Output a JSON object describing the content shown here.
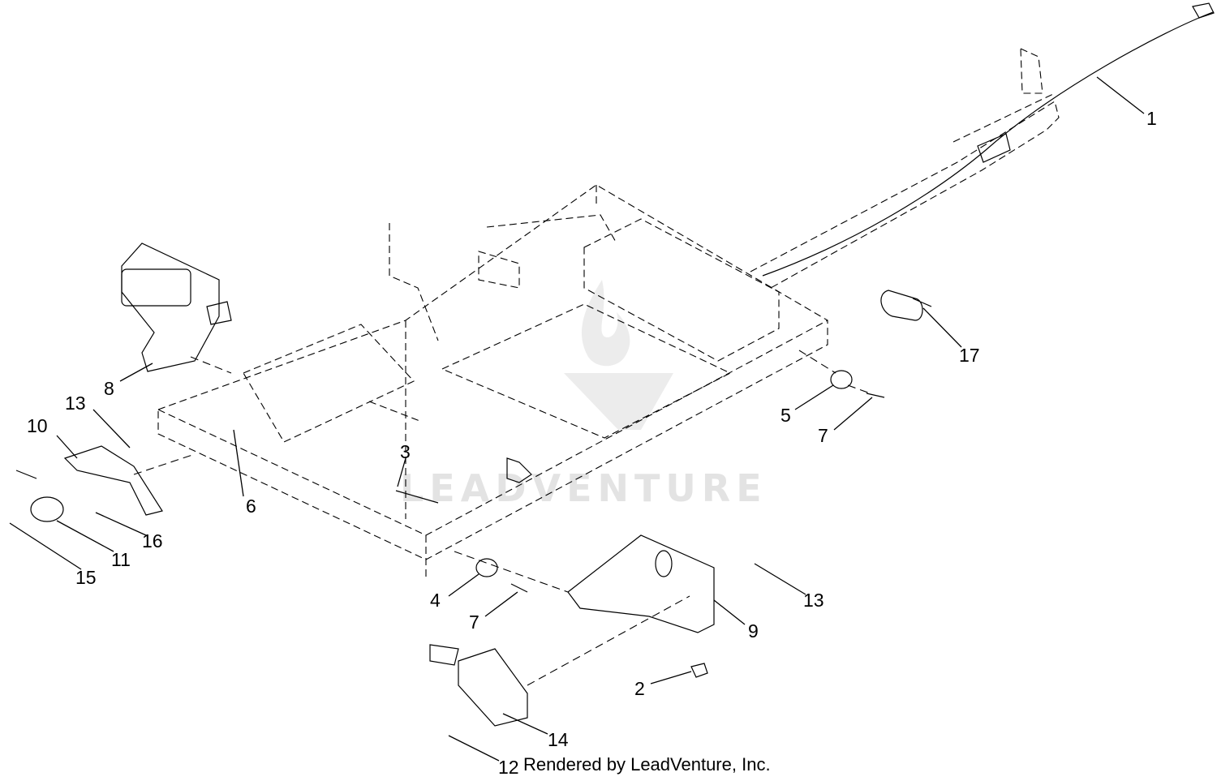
{
  "diagram": {
    "watermark": "LEADVENTURE",
    "credit": "Rendered by LeadVenture, Inc.",
    "callouts": [
      {
        "id": "c1",
        "label": "1"
      },
      {
        "id": "c2",
        "label": "2"
      },
      {
        "id": "c3",
        "label": "3"
      },
      {
        "id": "c4",
        "label": "4"
      },
      {
        "id": "c5",
        "label": "5"
      },
      {
        "id": "c6",
        "label": "6"
      },
      {
        "id": "c7a",
        "label": "7"
      },
      {
        "id": "c7b",
        "label": "7"
      },
      {
        "id": "c8",
        "label": "8"
      },
      {
        "id": "c9",
        "label": "9"
      },
      {
        "id": "c10",
        "label": "10"
      },
      {
        "id": "c11",
        "label": "11"
      },
      {
        "id": "c12",
        "label": "12"
      },
      {
        "id": "c13a",
        "label": "13"
      },
      {
        "id": "c13b",
        "label": "13"
      },
      {
        "id": "c14",
        "label": "14"
      },
      {
        "id": "c15",
        "label": "15"
      },
      {
        "id": "c16",
        "label": "16"
      },
      {
        "id": "c17",
        "label": "17"
      }
    ]
  }
}
